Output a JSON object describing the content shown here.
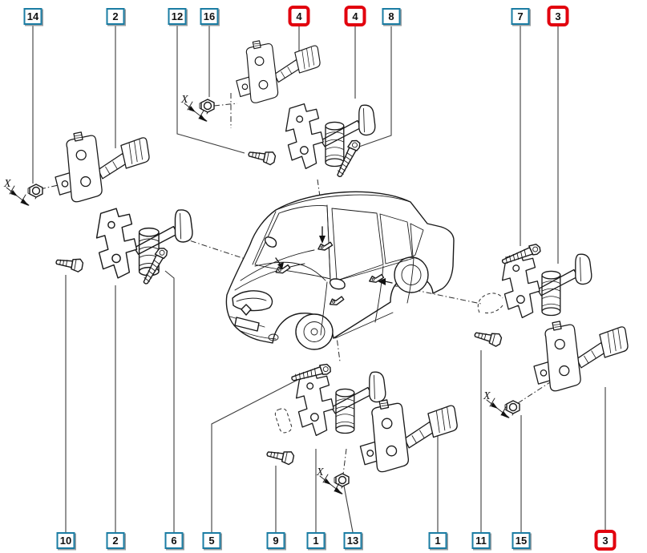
{
  "figure": {
    "kind": "exploded-parts-diagram",
    "subject": "sedan door check straps and fasteners"
  },
  "annotations": {
    "x_label": "X"
  },
  "colors": {
    "callout_border": "#1a7ca3",
    "highlight": "#e2000e",
    "leader_line": "#3c3c3c",
    "art_line": "#1a1a1a",
    "background": "#ffffff"
  },
  "callouts": [
    {
      "label": "14",
      "row": "top",
      "highlighted": false
    },
    {
      "label": "2",
      "row": "top",
      "highlighted": false
    },
    {
      "label": "12",
      "row": "top",
      "highlighted": false
    },
    {
      "label": "16",
      "row": "top",
      "highlighted": false
    },
    {
      "label": "4",
      "row": "top",
      "highlighted": true
    },
    {
      "label": "4",
      "row": "top",
      "highlighted": true
    },
    {
      "label": "8",
      "row": "top",
      "highlighted": false
    },
    {
      "label": "7",
      "row": "top",
      "highlighted": false
    },
    {
      "label": "3",
      "row": "top",
      "highlighted": true
    },
    {
      "label": "10",
      "row": "bottom",
      "highlighted": false
    },
    {
      "label": "2",
      "row": "bottom",
      "highlighted": false
    },
    {
      "label": "6",
      "row": "bottom",
      "highlighted": false
    },
    {
      "label": "5",
      "row": "bottom",
      "highlighted": false
    },
    {
      "label": "9",
      "row": "bottom",
      "highlighted": false
    },
    {
      "label": "1",
      "row": "bottom",
      "highlighted": false
    },
    {
      "label": "13",
      "row": "bottom",
      "highlighted": false
    },
    {
      "label": "1",
      "row": "bottom",
      "highlighted": false
    },
    {
      "label": "11",
      "row": "bottom",
      "highlighted": false
    },
    {
      "label": "15",
      "row": "bottom",
      "highlighted": false
    },
    {
      "label": "3",
      "row": "bottom",
      "highlighted": true
    }
  ]
}
